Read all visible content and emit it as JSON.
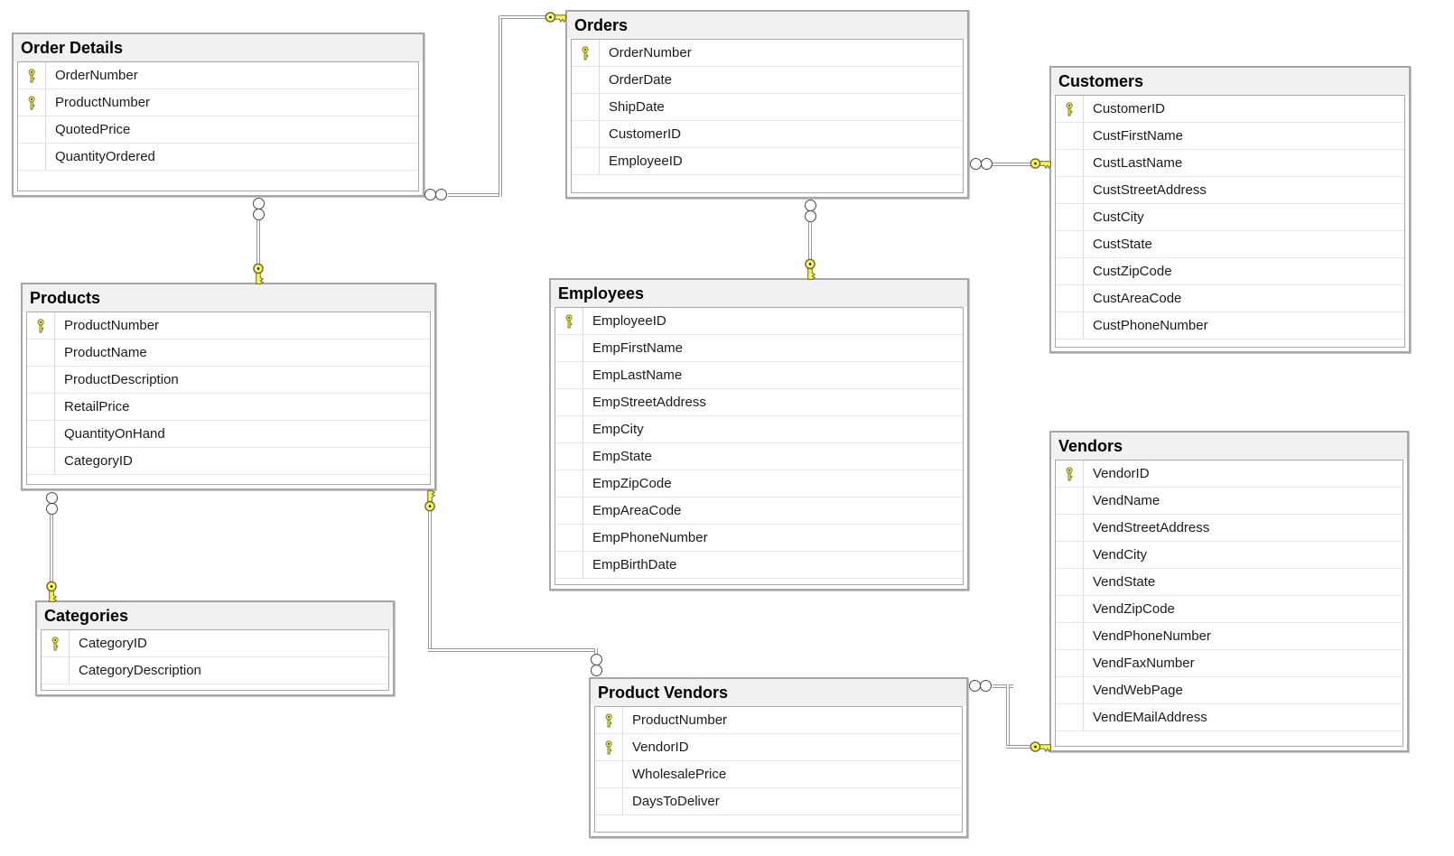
{
  "diagram": {
    "tables": [
      {
        "id": "order_details",
        "title": "Order Details",
        "columns": [
          {
            "name": "OrderNumber",
            "pk": true
          },
          {
            "name": "ProductNumber",
            "pk": true
          },
          {
            "name": "QuotedPrice",
            "pk": false
          },
          {
            "name": "QuantityOrdered",
            "pk": false
          }
        ]
      },
      {
        "id": "orders",
        "title": "Orders",
        "columns": [
          {
            "name": "OrderNumber",
            "pk": true
          },
          {
            "name": "OrderDate",
            "pk": false
          },
          {
            "name": "ShipDate",
            "pk": false
          },
          {
            "name": "CustomerID",
            "pk": false
          },
          {
            "name": "EmployeeID",
            "pk": false
          }
        ]
      },
      {
        "id": "customers",
        "title": "Customers",
        "columns": [
          {
            "name": "CustomerID",
            "pk": true
          },
          {
            "name": "CustFirstName",
            "pk": false
          },
          {
            "name": "CustLastName",
            "pk": false
          },
          {
            "name": "CustStreetAddress",
            "pk": false
          },
          {
            "name": "CustCity",
            "pk": false
          },
          {
            "name": "CustState",
            "pk": false
          },
          {
            "name": "CustZipCode",
            "pk": false
          },
          {
            "name": "CustAreaCode",
            "pk": false
          },
          {
            "name": "CustPhoneNumber",
            "pk": false
          }
        ]
      },
      {
        "id": "products",
        "title": "Products",
        "columns": [
          {
            "name": "ProductNumber",
            "pk": true
          },
          {
            "name": "ProductName",
            "pk": false
          },
          {
            "name": "ProductDescription",
            "pk": false
          },
          {
            "name": "RetailPrice",
            "pk": false
          },
          {
            "name": "QuantityOnHand",
            "pk": false
          },
          {
            "name": "CategoryID",
            "pk": false
          }
        ]
      },
      {
        "id": "employees",
        "title": "Employees",
        "columns": [
          {
            "name": "EmployeeID",
            "pk": true
          },
          {
            "name": "EmpFirstName",
            "pk": false
          },
          {
            "name": "EmpLastName",
            "pk": false
          },
          {
            "name": "EmpStreetAddress",
            "pk": false
          },
          {
            "name": "EmpCity",
            "pk": false
          },
          {
            "name": "EmpState",
            "pk": false
          },
          {
            "name": "EmpZipCode",
            "pk": false
          },
          {
            "name": "EmpAreaCode",
            "pk": false
          },
          {
            "name": "EmpPhoneNumber",
            "pk": false
          },
          {
            "name": "EmpBirthDate",
            "pk": false
          }
        ]
      },
      {
        "id": "vendors",
        "title": "Vendors",
        "columns": [
          {
            "name": "VendorID",
            "pk": true
          },
          {
            "name": "VendName",
            "pk": false
          },
          {
            "name": "VendStreetAddress",
            "pk": false
          },
          {
            "name": "VendCity",
            "pk": false
          },
          {
            "name": "VendState",
            "pk": false
          },
          {
            "name": "VendZipCode",
            "pk": false
          },
          {
            "name": "VendPhoneNumber",
            "pk": false
          },
          {
            "name": "VendFaxNumber",
            "pk": false
          },
          {
            "name": "VendWebPage",
            "pk": false
          },
          {
            "name": "VendEMailAddress",
            "pk": false
          }
        ]
      },
      {
        "id": "categories",
        "title": "Categories",
        "columns": [
          {
            "name": "CategoryID",
            "pk": true
          },
          {
            "name": "CategoryDescription",
            "pk": false
          }
        ]
      },
      {
        "id": "product_vendors",
        "title": "Product Vendors",
        "columns": [
          {
            "name": "ProductNumber",
            "pk": true
          },
          {
            "name": "VendorID",
            "pk": true
          },
          {
            "name": "WholesalePrice",
            "pk": false
          },
          {
            "name": "DaysToDeliver",
            "pk": false
          }
        ]
      }
    ],
    "relations": [
      {
        "id": "orders_order_details",
        "one": "orders",
        "many": "order_details"
      },
      {
        "id": "products_order_details",
        "one": "products",
        "many": "order_details"
      },
      {
        "id": "employees_orders",
        "one": "employees",
        "many": "orders"
      },
      {
        "id": "customers_orders",
        "one": "customers",
        "many": "orders"
      },
      {
        "id": "categories_products",
        "one": "categories",
        "many": "products"
      },
      {
        "id": "products_product_vendors",
        "one": "products",
        "many": "product_vendors"
      },
      {
        "id": "vendors_product_vendors",
        "one": "vendors",
        "many": "product_vendors"
      }
    ],
    "colors": {
      "key_fill": "#f8f264",
      "key_stroke": "#6b6b25",
      "header_bg": "#f1f1f1",
      "table_border": "#a6a6a6",
      "grid_border": "#a9a9a9",
      "row_separator": "#e4e4e4",
      "line": "#979797",
      "text": "#1b1b1b"
    }
  }
}
